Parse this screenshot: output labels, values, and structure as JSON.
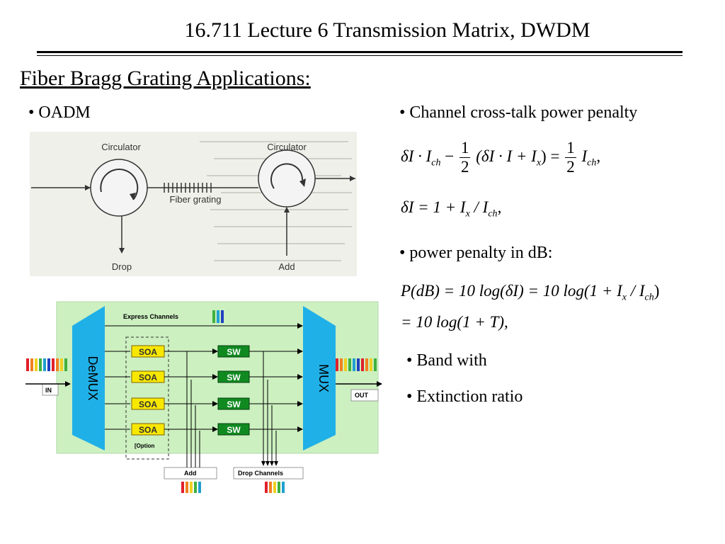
{
  "slide": {
    "title": "16.711 Lecture 6 Transmission Matrix, DWDM",
    "heading": "Fiber Bragg Grating Applications:"
  },
  "left": {
    "bullet": "• OADM",
    "oadm": {
      "circulator_left": "Circulator",
      "circulator_right": "Circulator",
      "fiber_grating": "Fiber grating",
      "drop": "Drop",
      "add": "Add"
    },
    "dwdm": {
      "express": "Express Channels",
      "demux": "DeMUX",
      "mux": "MUX",
      "in": "IN",
      "out": "OUT",
      "soa": [
        "SOA",
        "SOA",
        "SOA",
        "SOA"
      ],
      "sw": [
        "SW",
        "SW",
        "SW",
        "SW"
      ],
      "option": "[Option",
      "add": "Add",
      "drop_channels": "Drop Channels",
      "colors": [
        "#e0202a",
        "#f08020",
        "#f0d020",
        "#40b040",
        "#20a0d0",
        "#2040c0"
      ]
    }
  },
  "right": {
    "bullet1": "• Channel cross-talk power penalty",
    "eq1": {
      "lhs": "δI · I",
      "lhs_sub": "ch",
      "minus": "−",
      "frac_num": "1",
      "frac_den": "2",
      "paren": "(δI · I + I",
      "paren_sub": "x",
      "paren_end": ") =",
      "frac2_num": "1",
      "frac2_den": "2",
      "rhs": "I",
      "rhs_sub": "ch",
      "end": ","
    },
    "eq2": {
      "text": "δI = 1 + I",
      "sub_x": "x",
      "mid": " / I",
      "sub_ch": "ch",
      "end": ","
    },
    "bullet2": "• power penalty in dB:",
    "eq3": {
      "line1a": "P(dB) = 10 log(δI) = 10 log(1 + I",
      "sub_x": "x",
      "line1b": " / I",
      "sub_ch": "ch",
      "line1c": ")",
      "line2": "= 10 log(1 + T),"
    },
    "bullet3": "• Band with",
    "bullet4": "• Extinction ratio"
  }
}
